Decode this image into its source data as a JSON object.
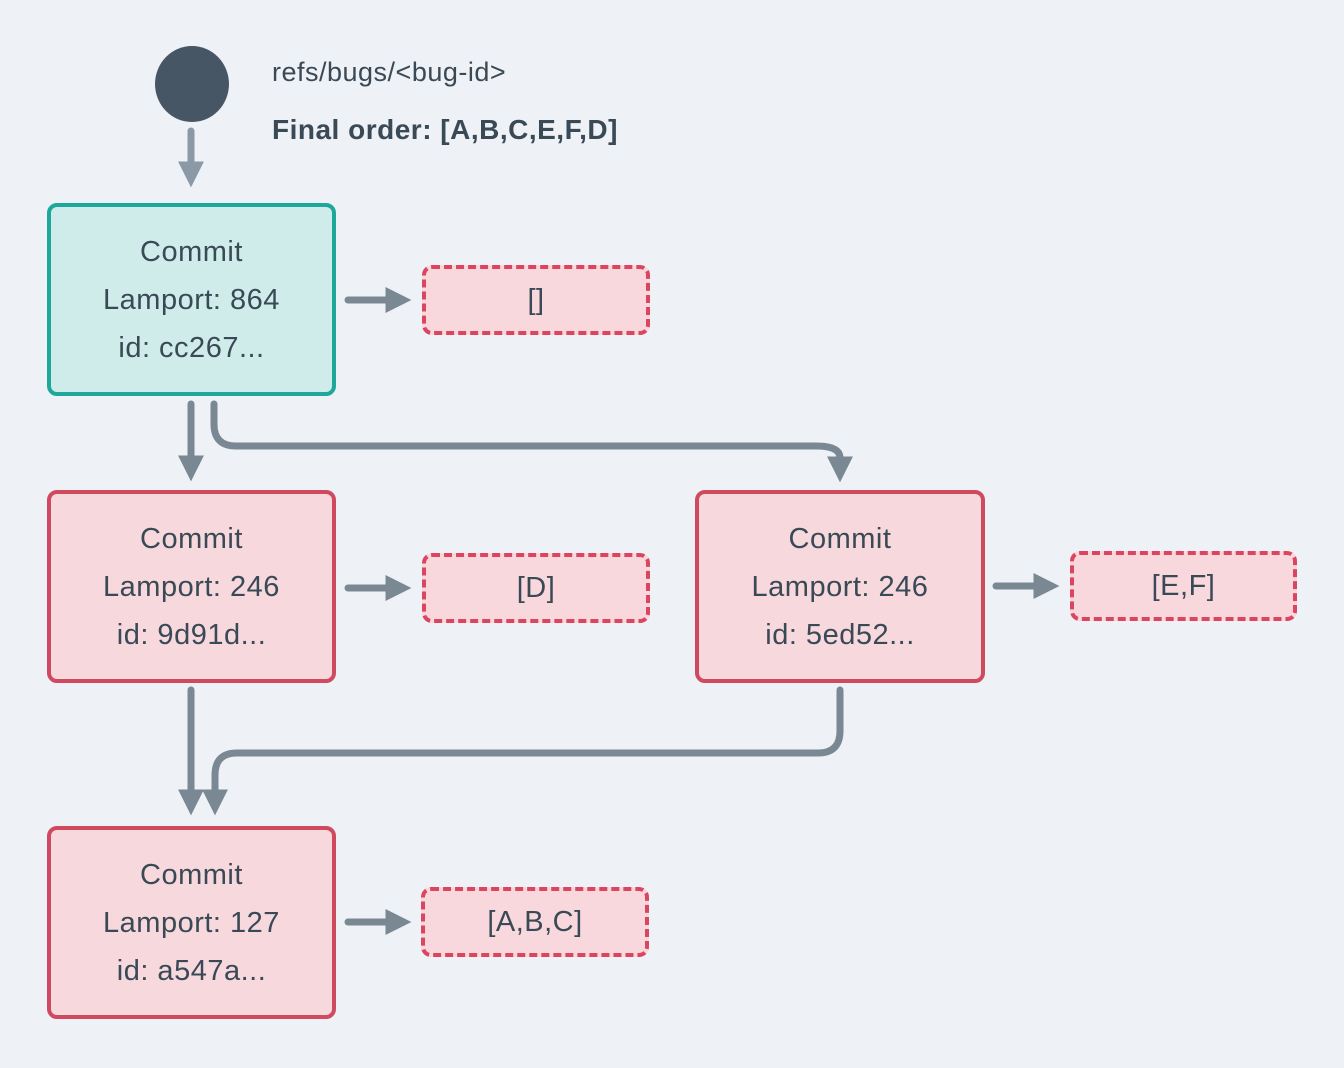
{
  "colors": {
    "background": "#eef1f5",
    "text": "#3a4956",
    "node_circle": "#475664",
    "arrow": "#7a8894",
    "arrow_light": "#8b99a7",
    "teal_border": "#1da89b",
    "teal_fill": "#cfecea",
    "pink_border": "#cf4a5f",
    "pink_fill": "#f7d8dd",
    "dashed_border": "#dc4560",
    "dashed_fill": "#f8d8dd"
  },
  "icons": {
    "ref_head": "ref-head-circle",
    "arrowhead": "arrowhead-triangle"
  },
  "header": {
    "ref_name": "refs/bugs/<bug-id>",
    "final_order": "Final order: [A,B,C,E,F,D]"
  },
  "commits": {
    "root": {
      "title": "Commit",
      "lamport": "Lamport: 864",
      "id": "id: cc267...",
      "operations": "[]"
    },
    "left": {
      "title": "Commit",
      "lamport": "Lamport: 246",
      "id": "id: 9d91d...",
      "operations": "[D]"
    },
    "right": {
      "title": "Commit",
      "lamport": "Lamport: 246",
      "id": "id: 5ed52...",
      "operations": "[E,F]"
    },
    "merge": {
      "title": "Commit",
      "lamport": "Lamport: 127",
      "id": "id: a547a...",
      "operations": "[A,B,C]"
    }
  }
}
